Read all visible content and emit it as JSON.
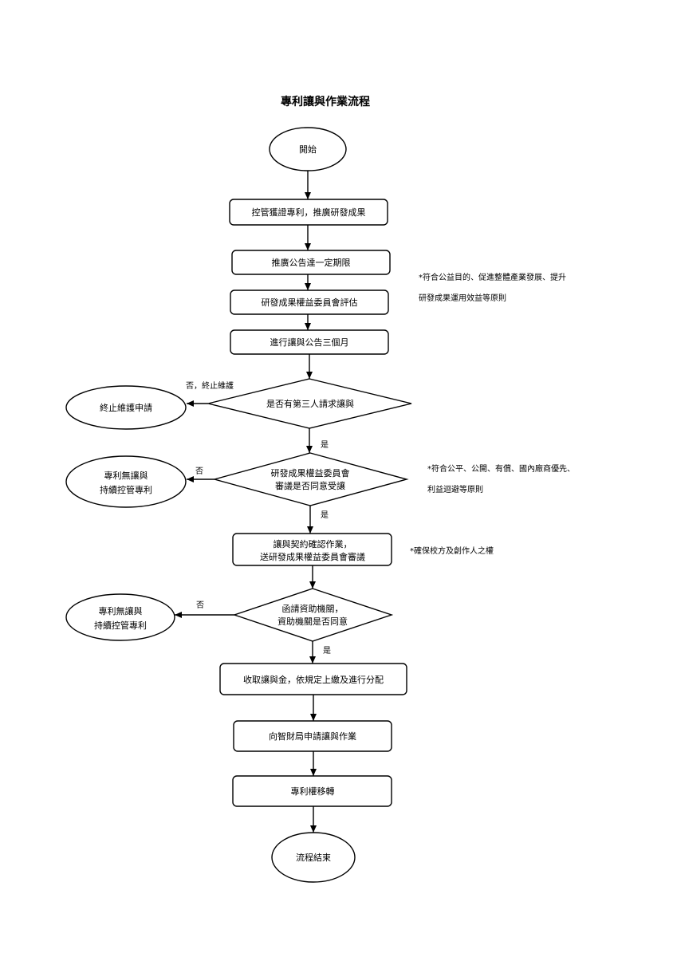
{
  "title": "專利讓與作業流程",
  "nodes": {
    "start": "開始",
    "manage_patent": "控管獲證專利，推廣研發成果",
    "promote_notice": "推廣公告達一定期限",
    "committee_eval": "研發成果權益委員會評估",
    "transfer_notice": "進行讓與公告三個月",
    "third_party_decision": "是否有第三人請求讓與",
    "terminate_maintenance": "終止維護申請",
    "committee_decision_line1": "研發成果權益委員會",
    "committee_decision_line2": "審議是否同意受讓",
    "no_transfer_1_line1": "專利無讓與",
    "no_transfer_1_line2": "持續控管專利",
    "contract_confirm_line1": "讓與契約確認作業，",
    "contract_confirm_line2": "送研發成果權益委員會審議",
    "funding_decision_line1": "函請資助機關，",
    "funding_decision_line2": "資助機關是否同意",
    "no_transfer_2_line1": "專利無讓與",
    "no_transfer_2_line2": "持續控管專利",
    "collect_fee": "收取讓與金，依規定上繳及進行分配",
    "apply_tipo": "向智財局申請讓與作業",
    "transfer_rights": "專利權移轉",
    "end": "流程結束"
  },
  "edge_labels": {
    "no_terminate": "否，終止維護",
    "yes_1": "是",
    "no_1": "否",
    "yes_2": "是",
    "no_2": "否",
    "yes_3": "是"
  },
  "notes": {
    "note1_line1": "*符合公益目的、促進整體產業發展、提升",
    "note1_line2": "研發成果運用效益等原則",
    "note2_line1": "*符合公平、公開、有償、國內廠商優先、",
    "note2_line2": "利益迴避等原則",
    "note3": "*確保校方及創作人之權"
  }
}
